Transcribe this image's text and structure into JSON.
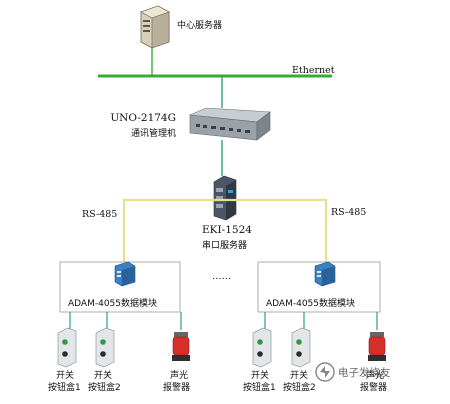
{
  "server": {
    "label": "中心服务器"
  },
  "network": {
    "ethernet_label": "Ethernet"
  },
  "computer": {
    "model": "UNO-2174G",
    "role": "通讯管理机"
  },
  "serial_server": {
    "model": "EKI-1524",
    "role": "串口服务器"
  },
  "links": {
    "left": "RS-485",
    "right": "RS-485"
  },
  "ellipsis": "……",
  "modules": [
    {
      "label": "ADAM-4055数据模块",
      "devices": [
        {
          "label_line1": "开关",
          "label_line2": "按钮盒1"
        },
        {
          "label_line1": "开关",
          "label_line2": "按钮盒2"
        },
        {
          "label_line1": "声光",
          "label_line2": "报警器"
        }
      ]
    },
    {
      "label": "ADAM-4055数据模块",
      "devices": [
        {
          "label_line1": "开关",
          "label_line2": "按钮盒1"
        },
        {
          "label_line1": "开关",
          "label_line2": "按钮盒2"
        },
        {
          "label_line1": "声光",
          "label_line2": "报警器"
        }
      ]
    }
  ],
  "watermark": {
    "text": "电子发烧友"
  },
  "colors": {
    "ethernet": "#3aaa35",
    "stem": "#2e9d8f",
    "rs485": "#e6df8e",
    "group_border": "#9a9a9a"
  }
}
